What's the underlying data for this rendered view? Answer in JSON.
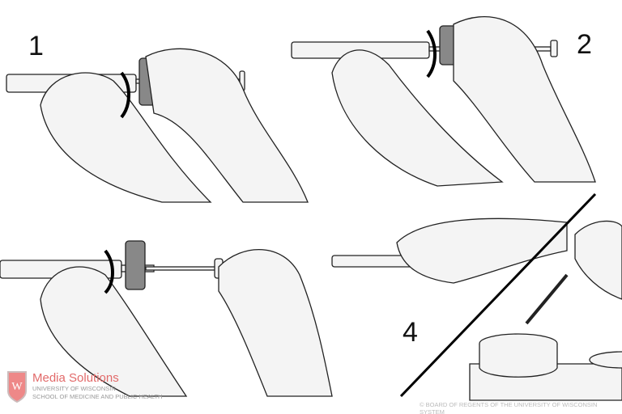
{
  "steps": [
    "1",
    "2",
    "4"
  ],
  "logo": {
    "title": "Media Solutions",
    "line1": "UNIVERSITY OF WISCONSIN",
    "line2": "SCHOOL OF MEDICINE AND PUBLIC HEALTH",
    "crest_letter": "W"
  },
  "copyright": "© BOARD OF REGENTS OF THE UNIVERSITY OF WISCONSIN SYSTEM",
  "colors": {
    "logo_red": "#e26a6a",
    "hand_fill": "#f4f4f4",
    "outline": "#222222"
  }
}
